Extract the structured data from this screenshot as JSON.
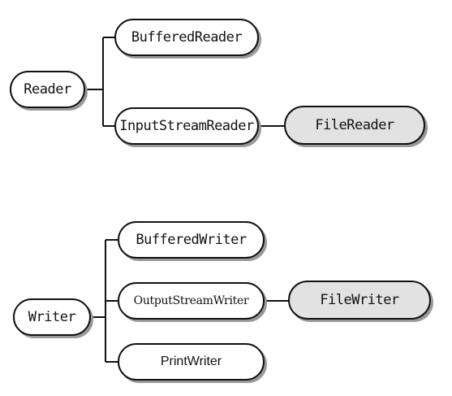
{
  "reader_tree": {
    "root": "Reader",
    "children": [
      "BufferedReader",
      "InputStreamReader"
    ],
    "grandchild": "FileReader"
  },
  "writer_tree": {
    "root": "Writer",
    "children": [
      "BufferedWriter",
      "OutputStreamWriter",
      "PrintWriter"
    ],
    "grandchild": "FileWriter"
  }
}
